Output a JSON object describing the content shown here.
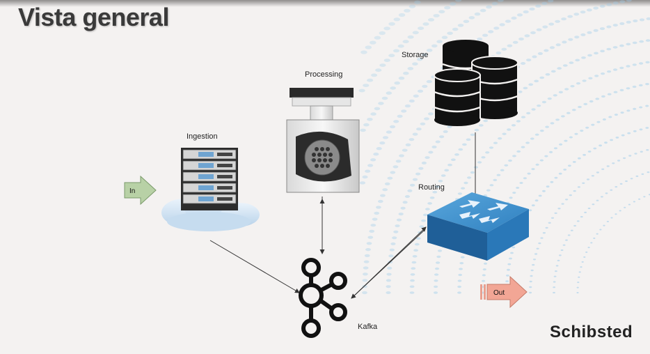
{
  "slide": {
    "title": "Vista general",
    "brand": "Schibsted"
  },
  "diagram": {
    "in_label": "In",
    "out_label": "Out",
    "nodes": {
      "ingestion": "Ingestion",
      "processing": "Processing",
      "storage": "Storage",
      "routing": "Routing",
      "kafka": "Kafka"
    }
  },
  "colors": {
    "in_arrow": "#b8d1a6",
    "out_arrow": "#f2a695",
    "switch": "#1f74b8",
    "dot_pattern": "#9ccbea"
  }
}
